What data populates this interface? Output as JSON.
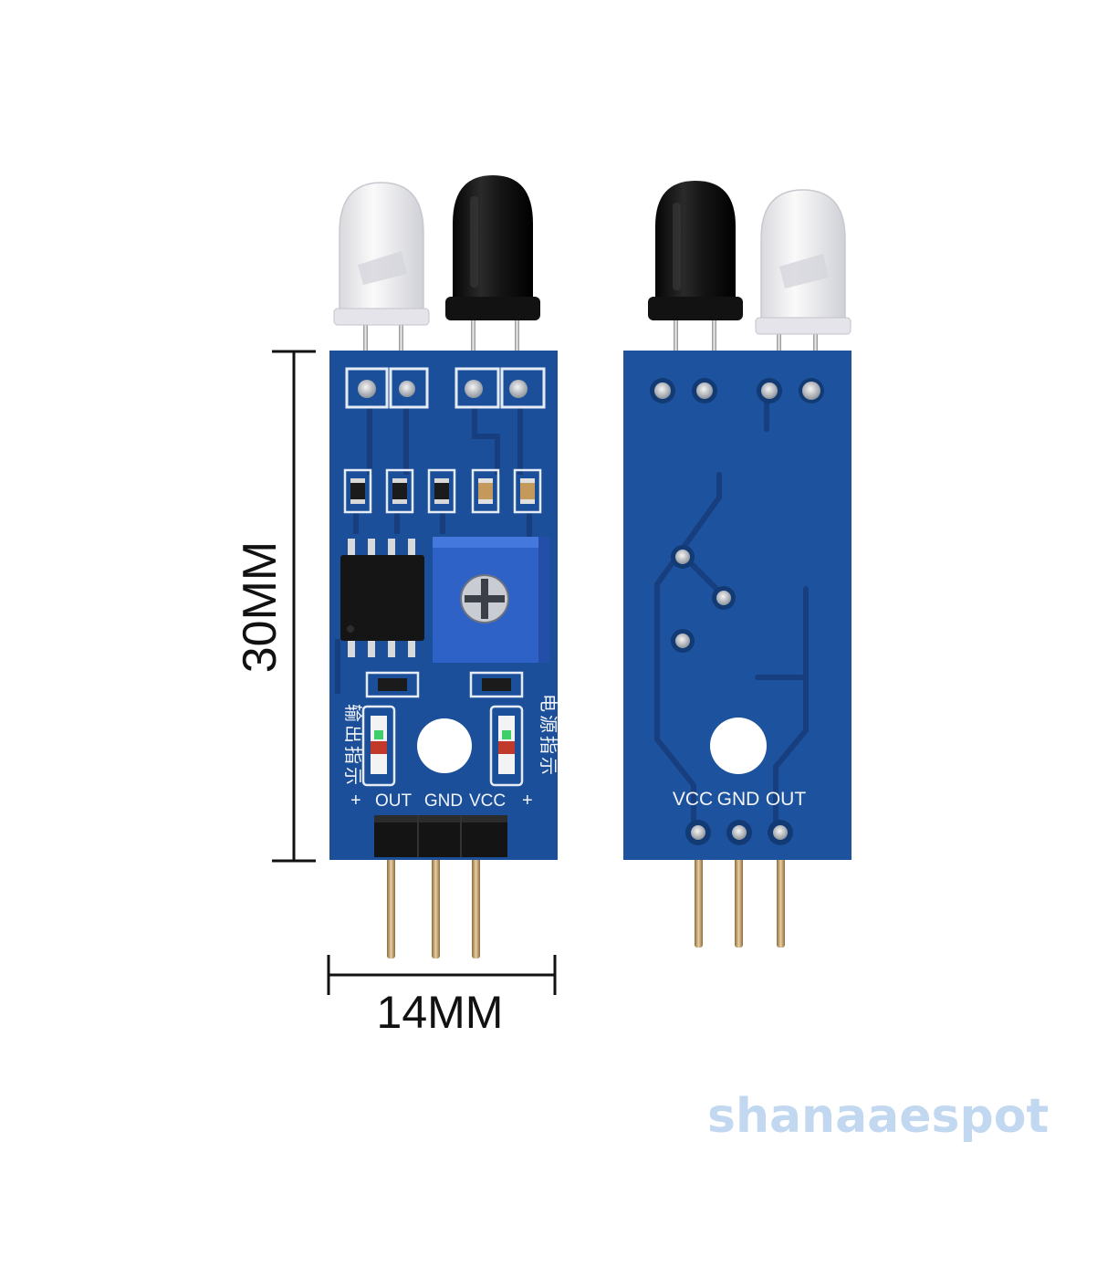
{
  "dimensions": {
    "height_label": "30MM",
    "width_label": "14MM"
  },
  "front_board": {
    "pin_labels": [
      "OUT",
      "GND",
      "VCC"
    ],
    "plus_sign": "+",
    "left_indicator_text": [
      "输",
      "出",
      "指",
      "示"
    ],
    "right_indicator_text": [
      "电",
      "源",
      "指",
      "示"
    ]
  },
  "back_board": {
    "pin_labels": [
      "VCC",
      "GND",
      "OUT"
    ]
  },
  "watermark": {
    "text_a": "shanaa",
    "text_b": "espot",
    "color_a": "#bcd3ef",
    "color_b": "#f3c9c9"
  },
  "colors": {
    "pcb_blue": "#1c4f9a",
    "pcb_blue_dark": "#143d7a",
    "trace_blue": "#173f80",
    "pot_blue": "#2f62c6",
    "led_black": "#141414",
    "led_clear": "#ededf0"
  }
}
